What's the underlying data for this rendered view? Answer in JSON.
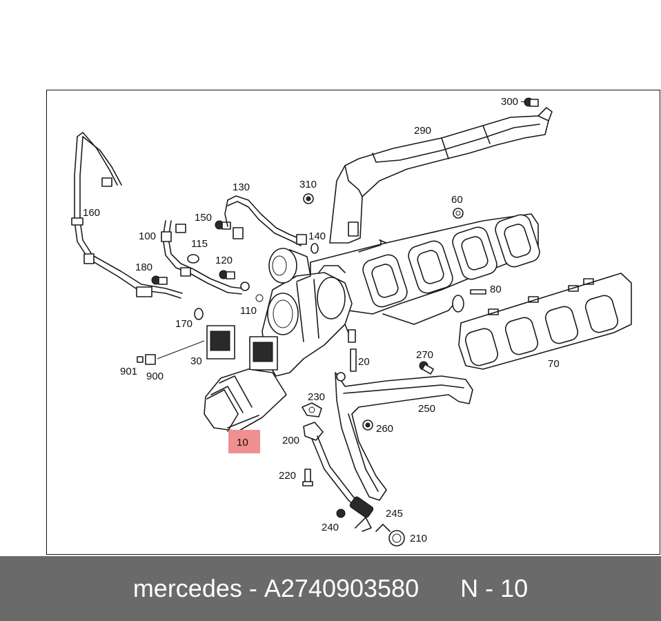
{
  "diagram": {
    "highlight_color": "#f08f8f",
    "highlighted_part": "10",
    "part_labels": {
      "p300": "300",
      "p290": "290",
      "p310": "310",
      "p130": "130",
      "p160": "160",
      "p150": "150",
      "p100": "100",
      "p115": "115",
      "p140": "140",
      "p60": "60",
      "p120": "120",
      "p180": "180",
      "p110": "110",
      "p80": "80",
      "p170": "170",
      "p30": "30",
      "p901": "901",
      "p900": "900",
      "p20": "20",
      "p270": "270",
      "p70": "70",
      "p230": "230",
      "p250": "250",
      "p260": "260",
      "p10": "10",
      "p200": "200",
      "p220": "220",
      "p245": "245",
      "p240": "240",
      "p210": "210"
    }
  },
  "footer": {
    "brand": "mercedes",
    "separator": " - ",
    "part_number": "A2740903580",
    "gap": "      ",
    "position_ref": "N - 10",
    "background": "#6a6a6a"
  }
}
